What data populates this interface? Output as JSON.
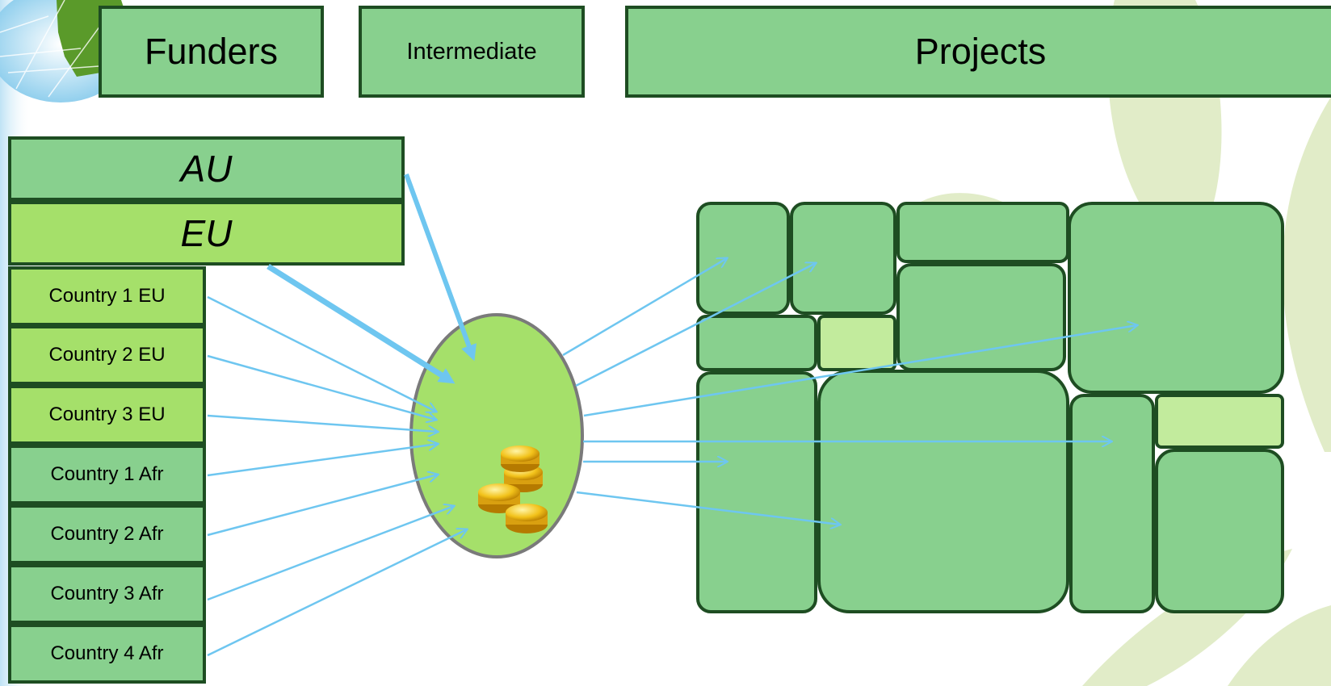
{
  "headers": {
    "funders": "Funders",
    "intermediate": "Intermediate",
    "projects": "Projects"
  },
  "funders": {
    "au": "AU",
    "eu": "EU",
    "countries": [
      "Country 1 EU",
      "Country 2 EU",
      "Country 3 EU",
      "Country 1 Afr",
      "Country 2 Afr",
      "Country 3 Afr",
      "Country 4 Afr"
    ]
  },
  "icons": {
    "pool": "coins-icon",
    "logo": "globe-logo-icon"
  },
  "colors": {
    "box_green": "#88d08e",
    "eu_green": "#a5e06a",
    "light_green": "#c2eb9d",
    "border": "#1e4d22",
    "arrow": "#6ec6f0"
  }
}
